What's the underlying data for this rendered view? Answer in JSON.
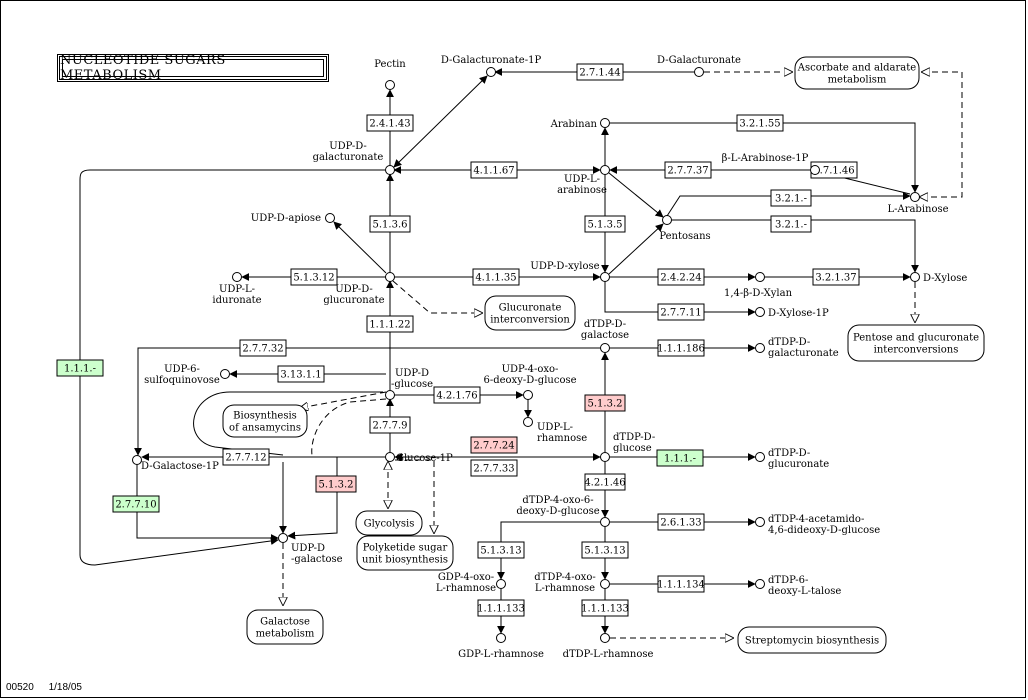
{
  "title": "NUCLEOTIDE SUGARS METABOLISM",
  "footer": {
    "map_id": "00520",
    "date": "1/18/05"
  },
  "colors": {
    "enzyme_default": "#ffffff",
    "enzyme_green": "#ccffcc",
    "enzyme_pink": "#ffcccc",
    "stroke": "#000000"
  },
  "compounds": [
    {
      "id": "pectin",
      "label": [
        "Pectin"
      ]
    },
    {
      "id": "d-galacturonate-1p",
      "label": [
        "D-Galacturonate-1P"
      ]
    },
    {
      "id": "d-galacturonate",
      "label": [
        "D-Galacturonate"
      ]
    },
    {
      "id": "udp-d-galacturonate",
      "label": [
        "UDP-D-",
        "galacturonate"
      ]
    },
    {
      "id": "arabinan",
      "label": [
        "Arabinan"
      ]
    },
    {
      "id": "beta-l-arabinose-1p",
      "label": [
        "β-L-Arabinose-1P"
      ]
    },
    {
      "id": "udp-l-arabinose",
      "label": [
        "UDP-L-",
        "arabinose"
      ]
    },
    {
      "id": "l-arabinose",
      "label": [
        "L-Arabinose"
      ]
    },
    {
      "id": "pentosans",
      "label": [
        "Pentosans"
      ]
    },
    {
      "id": "udp-d-apiose",
      "label": [
        "UDP-D-apiose"
      ]
    },
    {
      "id": "udp-l-iduronate",
      "label": [
        "UDP-L-",
        "iduronate"
      ]
    },
    {
      "id": "udp-d-glucuronate",
      "label": [
        "UDP-D-",
        "glucuronate"
      ]
    },
    {
      "id": "udp-d-xylose",
      "label": [
        "UDP-D-xylose"
      ]
    },
    {
      "id": "b-1-4-d-xylan",
      "label": [
        "1,4-β-D-Xylan"
      ]
    },
    {
      "id": "d-xylose",
      "label": [
        "D-Xylose"
      ]
    },
    {
      "id": "d-xylose-1p",
      "label": [
        "D-Xylose-1P"
      ]
    },
    {
      "id": "dtdp-d-galactose",
      "label": [
        "dTDP-D-",
        "galactose"
      ]
    },
    {
      "id": "dtdp-d-galacturonate",
      "label": [
        "dTDP-D-",
        "galacturonate"
      ]
    },
    {
      "id": "udp-6-sulfoquinovose",
      "label": [
        "UDP-6-",
        "sulfoquinovose"
      ]
    },
    {
      "id": "udp-d-glucose",
      "label": [
        "UDP-D",
        "-glucose"
      ]
    },
    {
      "id": "udp-4-oxo-6-deoxy-d-glucose",
      "label": [
        "UDP-4-oxo-",
        "6-deoxy-D-glucose"
      ]
    },
    {
      "id": "udp-l-rhamnose",
      "label": [
        "UDP-L-",
        "rhamnose"
      ]
    },
    {
      "id": "d-galactose-1p",
      "label": [
        "D-Galactose-1P"
      ]
    },
    {
      "id": "glucose-1p",
      "label": [
        "Glucose-1P"
      ]
    },
    {
      "id": "dtdp-d-glucose",
      "label": [
        "dTDP-D-",
        "glucose"
      ]
    },
    {
      "id": "dtdp-d-glucuronate",
      "label": [
        "dTDP-D-",
        "glucuronate"
      ]
    },
    {
      "id": "dtdp-4-oxo-6-deoxy-d-glucose",
      "label": [
        "dTDP-4-oxo-6-",
        "deoxy-D-glucose"
      ]
    },
    {
      "id": "dtdp-4-acetamido",
      "label": [
        "dTDP-4-acetamido-",
        "4,6-dideoxy-D-glucose"
      ]
    },
    {
      "id": "udp-d-galactose",
      "label": [
        "UDP-D",
        "-galactose"
      ]
    },
    {
      "id": "gdp-4-oxo-l-rhamnose",
      "label": [
        "GDP-4-oxo-",
        "L-rhamnose"
      ]
    },
    {
      "id": "dtdp-4-oxo-l-rhamnose",
      "label": [
        "dTDP-4-oxo-",
        "L-rhamnose"
      ]
    },
    {
      "id": "dtdp-6-deoxy-l-talose",
      "label": [
        "dTDP-6-",
        "deoxy-L-talose"
      ]
    },
    {
      "id": "gdp-l-rhamnose",
      "label": [
        "GDP-L-rhamnose"
      ]
    },
    {
      "id": "dtdp-l-rhamnose",
      "label": [
        "dTDP-L-rhamnose"
      ]
    }
  ],
  "enzymes": [
    {
      "id": "e-2-7-1-44",
      "label": "2.7.1.44",
      "color": "white"
    },
    {
      "id": "e-2-4-1-43",
      "label": "2.4.1.43",
      "color": "white"
    },
    {
      "id": "e-3-2-1-55",
      "label": "3.2.1.55",
      "color": "white"
    },
    {
      "id": "e-4-1-1-67",
      "label": "4.1.1.67",
      "color": "white"
    },
    {
      "id": "e-2-7-7-37",
      "label": "2.7.7.37",
      "color": "white"
    },
    {
      "id": "e-2-7-1-46",
      "label": "2.7.1.46",
      "color": "white"
    },
    {
      "id": "e-3-2-1-a",
      "label": "3.2.1.-",
      "color": "white"
    },
    {
      "id": "e-3-2-1-b",
      "label": "3.2.1.-",
      "color": "white"
    },
    {
      "id": "e-5-1-3-6",
      "label": "5.1.3.6",
      "color": "white"
    },
    {
      "id": "e-5-1-3-5",
      "label": "5.1.3.5",
      "color": "white"
    },
    {
      "id": "e-5-1-3-12",
      "label": "5.1.3.12",
      "color": "white"
    },
    {
      "id": "e-4-1-1-35",
      "label": "4.1.1.35",
      "color": "white"
    },
    {
      "id": "e-2-4-2-24",
      "label": "2.4.2.24",
      "color": "white"
    },
    {
      "id": "e-3-2-1-37",
      "label": "3.2.1.37",
      "color": "white"
    },
    {
      "id": "e-2-7-7-11",
      "label": "2.7.7.11",
      "color": "white"
    },
    {
      "id": "e-1-1-1-22",
      "label": "1.1.1.22",
      "color": "white"
    },
    {
      "id": "e-1-1-1-a",
      "label": "1.1.1.-",
      "color": "green"
    },
    {
      "id": "e-2-7-7-32",
      "label": "2.7.7.32",
      "color": "white"
    },
    {
      "id": "e-1-1-1-186",
      "label": "1.1.1.186",
      "color": "white"
    },
    {
      "id": "e-3-13-1-1",
      "label": "3.13.1.1",
      "color": "white"
    },
    {
      "id": "e-4-2-1-76",
      "label": "4.2.1.76",
      "color": "white"
    },
    {
      "id": "e-5-1-3-2-a",
      "label": "5.1.3.2",
      "color": "pink"
    },
    {
      "id": "e-2-7-7-9",
      "label": "2.7.7.9",
      "color": "white"
    },
    {
      "id": "e-2-7-7-24",
      "label": "2.7.7.24",
      "color": "pink"
    },
    {
      "id": "e-2-7-7-12",
      "label": "2.7.7.12",
      "color": "white"
    },
    {
      "id": "e-2-7-7-33",
      "label": "2.7.7.33",
      "color": "white"
    },
    {
      "id": "e-1-1-1-b",
      "label": "1.1.1.-",
      "color": "green"
    },
    {
      "id": "e-5-1-3-2-b",
      "label": "5.1.3.2",
      "color": "pink"
    },
    {
      "id": "e-4-2-1-46",
      "label": "4.2.1.46",
      "color": "white"
    },
    {
      "id": "e-2-7-7-10",
      "label": "2.7.7.10",
      "color": "green"
    },
    {
      "id": "e-2-6-1-33",
      "label": "2.6.1.33",
      "color": "white"
    },
    {
      "id": "e-5-1-3-13-a",
      "label": "5.1.3.13",
      "color": "white"
    },
    {
      "id": "e-5-1-3-13-b",
      "label": "5.1.3.13",
      "color": "white"
    },
    {
      "id": "e-1-1-1-134",
      "label": "1.1.1.134",
      "color": "white"
    },
    {
      "id": "e-1-1-1-133-a",
      "label": "1.1.1.133",
      "color": "white"
    },
    {
      "id": "e-1-1-1-133-b",
      "label": "1.1.1.133",
      "color": "white"
    }
  ],
  "pathways": [
    {
      "id": "ascorbate",
      "label": [
        "Ascorbate and aldarate",
        "metabolism"
      ]
    },
    {
      "id": "glucuronate",
      "label": [
        "Glucuronate",
        "interconversion"
      ]
    },
    {
      "id": "pentose",
      "label": [
        "Pentose and glucuronate",
        "interconversions"
      ]
    },
    {
      "id": "ansamycins",
      "label": [
        "Biosynthesis",
        "of ansamycins"
      ]
    },
    {
      "id": "glycolysis",
      "label": [
        "Glycolysis"
      ]
    },
    {
      "id": "polyketide",
      "label": [
        "Polyketide sugar",
        "unit biosynthesis"
      ]
    },
    {
      "id": "galactose",
      "label": [
        "Galactose",
        "metabolism"
      ]
    },
    {
      "id": "streptomycin",
      "label": [
        "Streptomycin biosynthesis"
      ]
    }
  ]
}
